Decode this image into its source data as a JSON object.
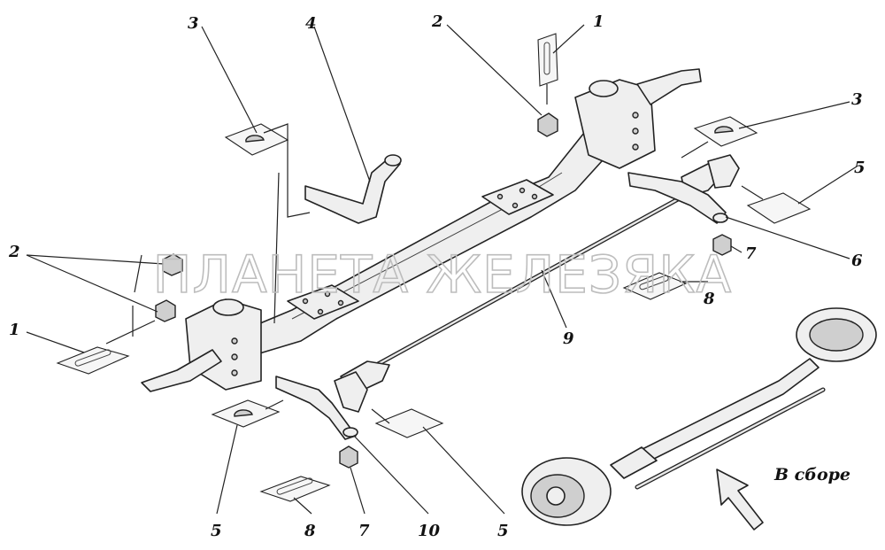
{
  "watermark": "ПЛАНЕТА ЖЕЛЕЗЯКА",
  "caption": "В сборе",
  "labels": {
    "l1_top": "1",
    "l2_top": "2",
    "l3_topleft": "3",
    "l4_top": "4",
    "l3_right": "3",
    "l5_right": "5",
    "l6_right": "6",
    "l7_right": "7",
    "l8_right": "8",
    "l9_mid": "9",
    "l2_left": "2",
    "l1_left": "1",
    "l5_bottomleft": "5",
    "l8_bottom": "8",
    "l7_bottom": "7",
    "l10_bottom": "10",
    "l5_bottom": "5"
  }
}
